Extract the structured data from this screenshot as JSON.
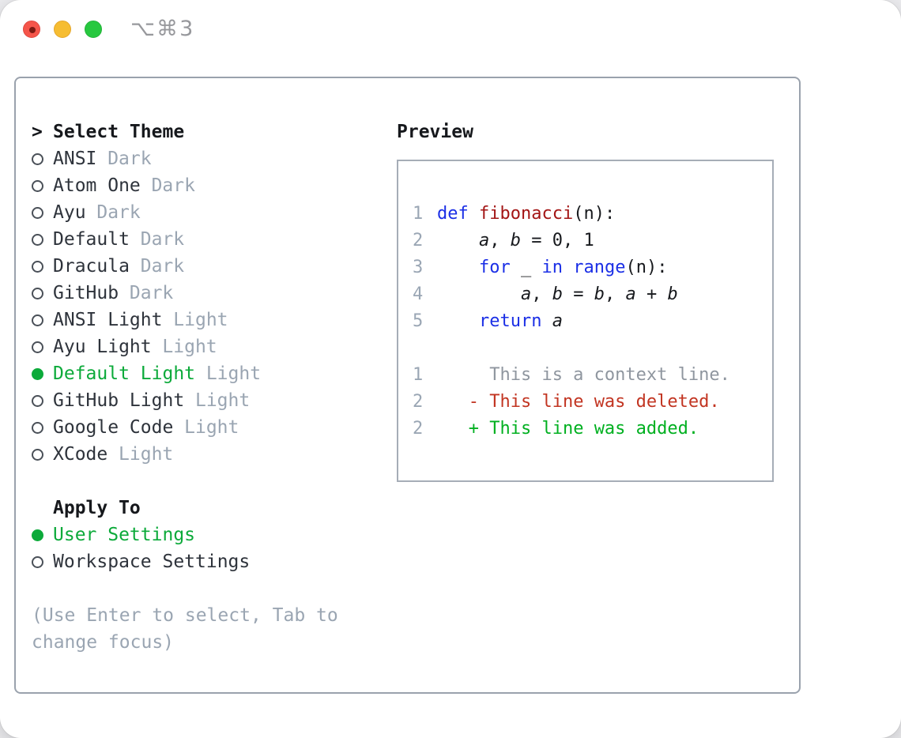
{
  "window": {
    "title": "⌥⌘3",
    "traffic_lights": [
      "close",
      "minimize",
      "zoom"
    ]
  },
  "theme_picker": {
    "prompt": ">",
    "title": "Select Theme",
    "items": [
      {
        "label": "ANSI",
        "variant": "Dark",
        "selected": false
      },
      {
        "label": "Atom One",
        "variant": "Dark",
        "selected": false
      },
      {
        "label": "Ayu",
        "variant": "Dark",
        "selected": false
      },
      {
        "label": "Default",
        "variant": "Dark",
        "selected": false
      },
      {
        "label": "Dracula",
        "variant": "Dark",
        "selected": false
      },
      {
        "label": "GitHub",
        "variant": "Dark",
        "selected": false
      },
      {
        "label": "ANSI Light",
        "variant": "Light",
        "selected": false
      },
      {
        "label": "Ayu Light",
        "variant": "Light",
        "selected": false
      },
      {
        "label": "Default Light",
        "variant": "Light",
        "selected": true
      },
      {
        "label": "GitHub Light",
        "variant": "Light",
        "selected": false
      },
      {
        "label": "Google Code",
        "variant": "Light",
        "selected": false
      },
      {
        "label": "XCode",
        "variant": "Light",
        "selected": false
      }
    ],
    "apply_to": {
      "title": "Apply To",
      "options": [
        {
          "label": "User Settings",
          "selected": true
        },
        {
          "label": "Workspace Settings",
          "selected": false
        }
      ]
    },
    "hint": "(Use Enter to select, Tab to change focus)"
  },
  "preview": {
    "title": "Preview",
    "code_lines": [
      {
        "num": "1",
        "tokens": [
          {
            "t": "def",
            "c": "kw"
          },
          {
            "t": " "
          },
          {
            "t": "fibonacci",
            "c": "fn"
          },
          {
            "t": "(n):"
          }
        ]
      },
      {
        "num": "2",
        "tokens": [
          {
            "t": "    "
          },
          {
            "t": "a",
            "c": "var"
          },
          {
            "t": ", "
          },
          {
            "t": "b",
            "c": "var"
          },
          {
            "t": " = 0, 1"
          }
        ]
      },
      {
        "num": "3",
        "tokens": [
          {
            "t": "    "
          },
          {
            "t": "for",
            "c": "kw"
          },
          {
            "t": " _ "
          },
          {
            "t": "in",
            "c": "kw"
          },
          {
            "t": " "
          },
          {
            "t": "range",
            "c": "kw"
          },
          {
            "t": "(n):"
          }
        ]
      },
      {
        "num": "4",
        "tokens": [
          {
            "t": "        "
          },
          {
            "t": "a",
            "c": "var"
          },
          {
            "t": ", "
          },
          {
            "t": "b",
            "c": "var"
          },
          {
            "t": " = "
          },
          {
            "t": "b",
            "c": "var"
          },
          {
            "t": ", "
          },
          {
            "t": "a",
            "c": "var"
          },
          {
            "t": " + "
          },
          {
            "t": "b",
            "c": "var"
          }
        ]
      },
      {
        "num": "5",
        "tokens": [
          {
            "t": "    "
          },
          {
            "t": "return",
            "c": "kw"
          },
          {
            "t": " "
          },
          {
            "t": "a",
            "c": "var"
          }
        ]
      }
    ],
    "diff_lines": [
      {
        "num": "1",
        "tokens": [
          {
            "t": "     This is a context line.",
            "c": "ctx"
          }
        ]
      },
      {
        "num": "2",
        "tokens": [
          {
            "t": "   "
          },
          {
            "t": "- This line was deleted.",
            "c": "del"
          }
        ]
      },
      {
        "num": "2",
        "tokens": [
          {
            "t": "   "
          },
          {
            "t": "+ This line was added.",
            "c": "add"
          }
        ]
      }
    ]
  },
  "colors": {
    "accent_green": "#0caa3a",
    "text_black": "#16181c",
    "text_dark": "#2e333b",
    "text_gray": "#9aa5b2",
    "title_gray": "#97989c",
    "panel_border": "#9aa2ad",
    "preview_border": "#a6adb7",
    "code_default": "#17191d",
    "syntax_keyword": "#1b2fe6",
    "syntax_function": "#a31515",
    "diff_context": "#8f969f",
    "diff_deleted": "#c23522",
    "diff_added": "#00b020",
    "linenum_gray": "#9aa6b4",
    "traffic_red": "#f5554a",
    "traffic_red_dot": "#7c1a12",
    "traffic_yellow": "#f6bd32",
    "traffic_green": "#27c83f"
  }
}
